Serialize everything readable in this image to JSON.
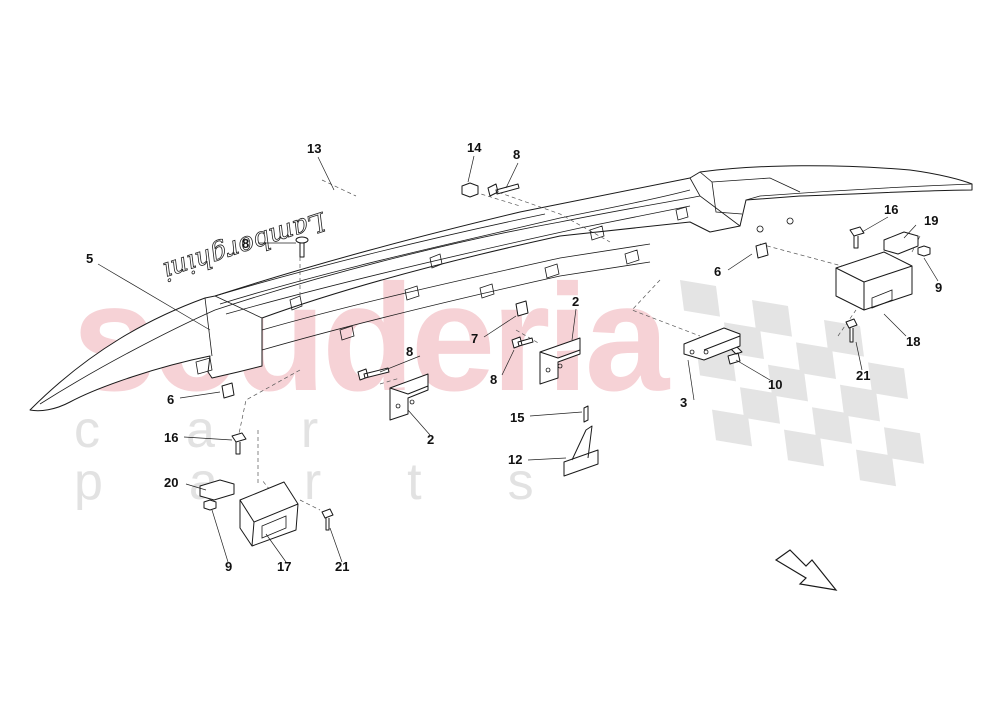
{
  "watermark": {
    "brand": "scuderia",
    "subtitle": "car parts"
  },
  "emblem_text": "Lamborghini",
  "callouts": [
    {
      "id": "c13",
      "text": "13"
    },
    {
      "id": "c14",
      "text": "14"
    },
    {
      "id": "c8a",
      "text": "8"
    },
    {
      "id": "c8b",
      "text": "8"
    },
    {
      "id": "c5",
      "text": "5"
    },
    {
      "id": "c16a",
      "text": "16"
    },
    {
      "id": "c19",
      "text": "19"
    },
    {
      "id": "c6a",
      "text": "6"
    },
    {
      "id": "c9a",
      "text": "9"
    },
    {
      "id": "c2a",
      "text": "2"
    },
    {
      "id": "c7",
      "text": "7"
    },
    {
      "id": "c8c",
      "text": "8"
    },
    {
      "id": "c8d",
      "text": "8"
    },
    {
      "id": "c18",
      "text": "18"
    },
    {
      "id": "c21a",
      "text": "21"
    },
    {
      "id": "c6b",
      "text": "6"
    },
    {
      "id": "c3",
      "text": "3"
    },
    {
      "id": "c10",
      "text": "10"
    },
    {
      "id": "c15",
      "text": "15"
    },
    {
      "id": "c2b",
      "text": "2"
    },
    {
      "id": "c16b",
      "text": "16"
    },
    {
      "id": "c12",
      "text": "12"
    },
    {
      "id": "c20",
      "text": "20"
    },
    {
      "id": "c9b",
      "text": "9"
    },
    {
      "id": "c17",
      "text": "17"
    },
    {
      "id": "c21b",
      "text": "21"
    }
  ],
  "direction_arrow": "arrow-icon"
}
